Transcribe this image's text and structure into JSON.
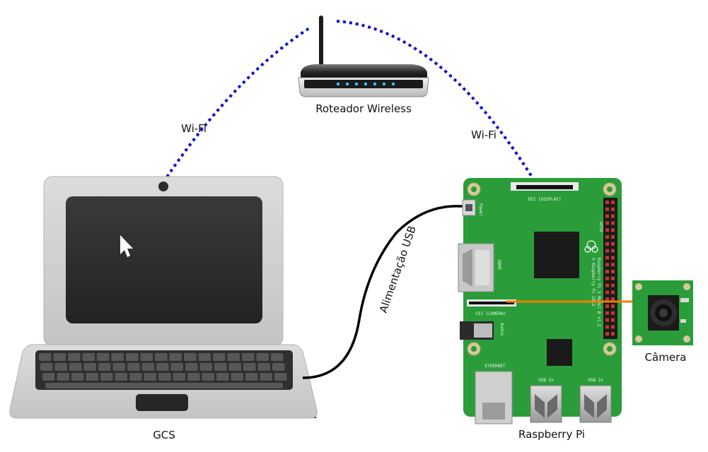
{
  "labels": {
    "router": "Roteador Wireless",
    "wifi_left": "Wi-Fi",
    "wifi_right": "Wi-Fi",
    "laptop": "GCS",
    "pi": "Raspberry Pi",
    "camera": "Câmera",
    "usb_power": "Alimentação USB"
  },
  "pi_board": {
    "dsi": "DSI (DISPLAY)",
    "csi": "CSI (CAMERA)",
    "power": "Power",
    "hdmi": "HDMI",
    "audio": "Audio",
    "ethernet": "ETHERNET",
    "usb_left": "USB 2x",
    "usb_right": "USB 2x",
    "gpio": "GPIO",
    "model": "Raspberry Pi 3 Model B v1.2",
    "copyright": "© Raspberry Pi 2015"
  },
  "colors": {
    "wifi_link": "#1010cc",
    "board": "#2a9d3a",
    "ribbon": "#f57c00",
    "usb_cable": "#000000",
    "router_leds": "#36c8ff"
  }
}
